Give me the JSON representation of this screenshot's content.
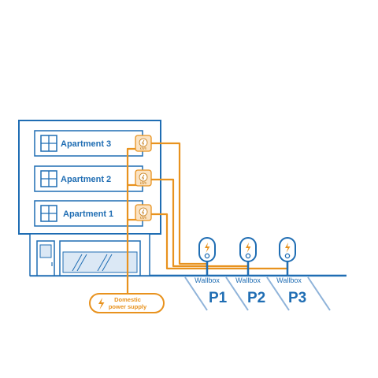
{
  "apartments": [
    {
      "label": "Apartment 3"
    },
    {
      "label": "Apartment 2"
    },
    {
      "label": "Apartment 1"
    }
  ],
  "meter": {
    "unit": "kWh",
    "icon": "electricity-meter-icon"
  },
  "wallboxes": [
    {
      "label": "Wallbox",
      "spot": "P1"
    },
    {
      "label": "Wallbox",
      "spot": "P2"
    },
    {
      "label": "Wallbox",
      "spot": "P3"
    }
  ],
  "supply": {
    "line1": "Domestic",
    "line2": "power supply",
    "icon": "lightning-icon"
  },
  "colors": {
    "blue": "#1f6db3",
    "orange": "#e8921e",
    "meter_fill": "#fbe3c3",
    "glass": "#dbe8f5"
  }
}
